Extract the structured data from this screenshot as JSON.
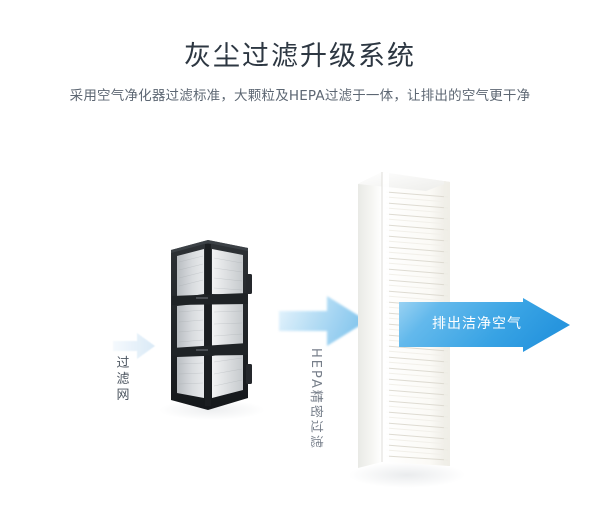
{
  "header": {
    "title": "灰尘过滤升级系统",
    "subtitle": "采用空气净化器过滤标准，大颗粒及HEPA过滤于一体，让排出的空气更干净"
  },
  "diagram": {
    "prefilter_label": "过滤网",
    "hepa_label": "HEPA精密过滤",
    "output_label": "排出洁净空气",
    "arrows": [
      {
        "name": "intake-arrow",
        "direction": "right"
      },
      {
        "name": "midflow-arrow",
        "direction": "right"
      },
      {
        "name": "output-arrow",
        "direction": "right"
      }
    ]
  },
  "colors": {
    "title": "#2d3742",
    "subtitle": "#5d6773",
    "arrow_light": "#cfe6f7",
    "arrow_mid_start": "#d3ebfb",
    "arrow_mid_end": "#7fc3ec",
    "arrow_out_start": "#7ec8f0",
    "arrow_out_end": "#2b9ae2",
    "output_text": "#ffffff",
    "prefilter_frame": "#24272b",
    "prefilter_mesh": "#c9cdd1",
    "hepa_body": "#f7f7f5",
    "background": "#ffffff"
  }
}
